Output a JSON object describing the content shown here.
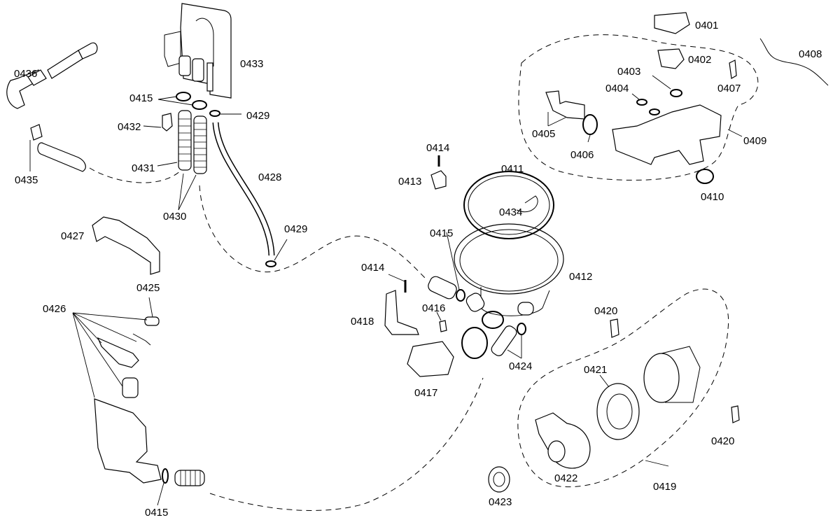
{
  "diagram": {
    "type": "exploded-parts-diagram",
    "subject": "Dishwasher pump and sump assembly",
    "labels": {
      "p0401": "0401",
      "p0402": "0402",
      "p0403": "0403",
      "p0404": "0404",
      "p0405": "0405",
      "p0406": "0406",
      "p0407": "0407",
      "p0408": "0408",
      "p0409": "0409",
      "p0410": "0410",
      "p0411": "0411",
      "p0412": "0412",
      "p0413": "0413",
      "p0414a": "0414",
      "p0414b": "0414",
      "p0415a": "0415",
      "p0415b": "0415",
      "p0415c": "0415",
      "p0416": "0416",
      "p0417": "0417",
      "p0418": "0418",
      "p0419": "0419",
      "p0420a": "0420",
      "p0420b": "0420",
      "p0421": "0421",
      "p0422": "0422",
      "p0423": "0423",
      "p0424": "0424",
      "p0425": "0425",
      "p0426": "0426",
      "p0427": "0427",
      "p0428": "0428",
      "p0429a": "0429",
      "p0429b": "0429",
      "p0430": "0430",
      "p0431": "0431",
      "p0432": "0432",
      "p0433": "0433",
      "p0434": "0434",
      "p0435": "0435",
      "p0436": "0436"
    }
  }
}
